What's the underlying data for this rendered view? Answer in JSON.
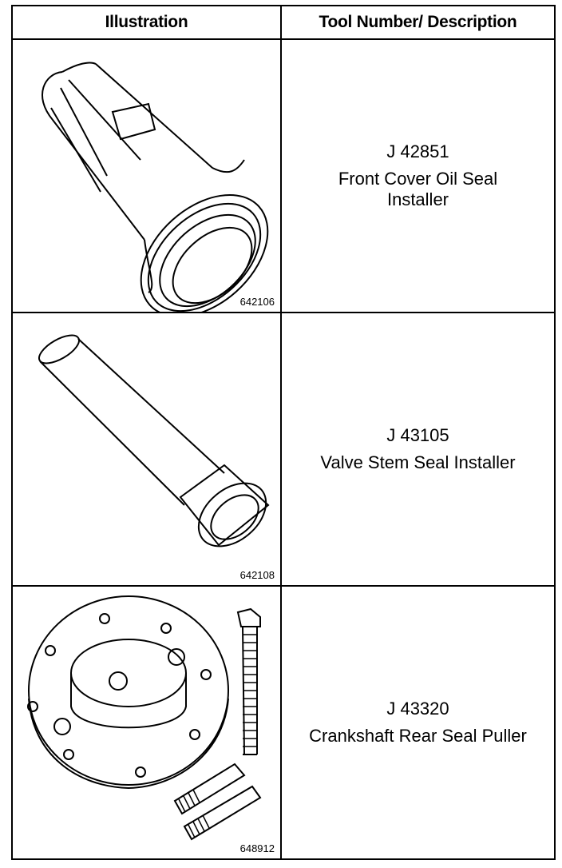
{
  "table": {
    "header": {
      "illustration": "Illustration",
      "tool": "Tool Number/ Description"
    },
    "rows": [
      {
        "figure_code": "642106",
        "tool_number": "J 42851",
        "description": "Front Cover Oil Seal Installer",
        "illustration": "front-cover-oil-seal-installer"
      },
      {
        "figure_code": "642108",
        "tool_number": "J 43105",
        "description": "Valve Stem Seal Installer",
        "illustration": "valve-stem-seal-installer"
      },
      {
        "figure_code": "648912",
        "tool_number": "J 43320",
        "description": "Crankshaft Rear Seal Puller",
        "illustration": "crankshaft-rear-seal-puller"
      }
    ]
  }
}
